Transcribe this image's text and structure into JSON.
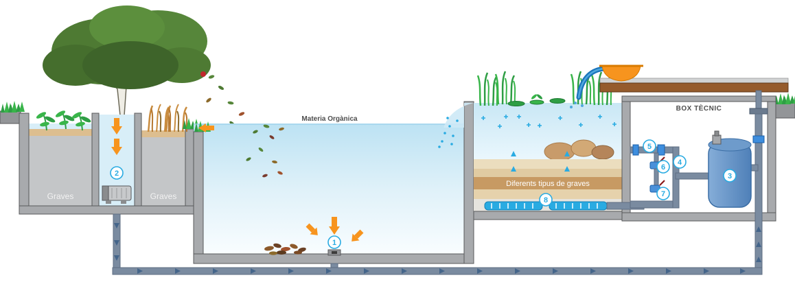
{
  "diagram": {
    "labels": {
      "graves_left": "Graves",
      "graves_right": "Graves",
      "materia_organica": "Materia Orgànica",
      "diferents_tipus_de_graves": "Diferents tipus de graves",
      "box_tecnic": "BOX TÈCNIC"
    },
    "markers": {
      "m1": "1",
      "m2": "2",
      "m3": "3",
      "m4": "4",
      "m5": "5",
      "m6": "6",
      "m7": "7",
      "m8": "8"
    },
    "colors": {
      "arrow_orange": "#F7941E",
      "marker_blue": "#29ABE2",
      "pipe_gray_blue": "#7A8BA0",
      "wall_gray": "#A8AAAD",
      "water_light_blue": "#D6EDF8",
      "tank_blue": "#6699CC",
      "gravel_band_brown": "#C79A63",
      "roof_brown": "#955B2C",
      "grass_green": "#39B54A",
      "foliage_green": "#4E7A33",
      "waterfall_blue": "#1B75BB",
      "bowl_orange": "#F7941E"
    }
  }
}
